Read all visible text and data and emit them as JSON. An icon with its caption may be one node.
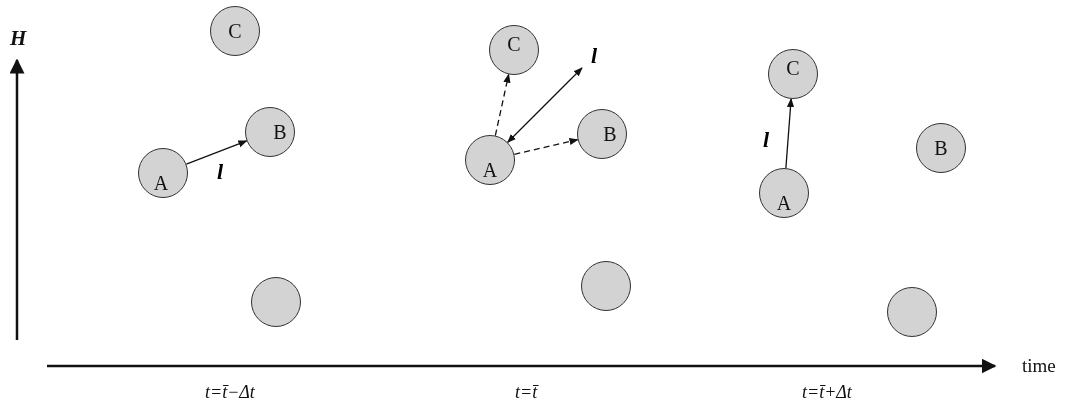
{
  "diagram": {
    "nodes": [
      {
        "text": [
          "C"
        ]
      },
      {
        "text": [
          "B"
        ]
      },
      {
        "text": [
          "A"
        ]
      },
      {
        "text": [],
        "shape": "circle"
      },
      {
        "text": [
          "C"
        ]
      },
      {
        "text": [
          "B"
        ]
      },
      {
        "text": [
          "A"
        ]
      },
      {
        "text": [],
        "shape": "circle"
      },
      {
        "text": [
          "C"
        ]
      },
      {
        "text": [
          "B"
        ]
      },
      {
        "text": [
          "A"
        ]
      },
      {
        "text": [],
        "shape": "circle"
      }
    ],
    "edges": [
      {
        "from": 2,
        "to": 1,
        "arrow": "to",
        "label": "l"
      },
      {
        "from": 6,
        "to": null,
        "arrow": "both",
        "label": "l"
      },
      {
        "from": 6,
        "to": 4,
        "arrow": "to",
        "style": "dashed"
      },
      {
        "from": 6,
        "to": 5,
        "arrow": "to",
        "style": "dashed"
      },
      {
        "from": 10,
        "to": 8,
        "arrow": "to",
        "label": "l"
      }
    ],
    "labels": [
      "H",
      "time",
      "t=t̄−Δt",
      "t=t̄",
      "t=t̄+Δt"
    ]
  }
}
